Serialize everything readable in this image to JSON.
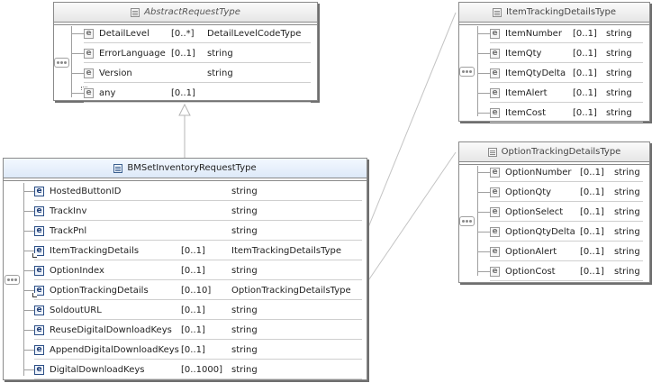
{
  "abstract": {
    "title": "AbstractRequestType",
    "icon": "complex-type-icon",
    "rows": [
      {
        "name": "DetailLevel",
        "mult": "[0..*]",
        "type": "DetailLevelCodeType",
        "icon": "element-icon"
      },
      {
        "name": "ErrorLanguage",
        "mult": "[0..1]",
        "type": "string",
        "icon": "element-icon"
      },
      {
        "name": "Version",
        "mult": "",
        "type": "string",
        "icon": "element-icon"
      },
      {
        "name": "any",
        "mult": "[0..1]",
        "type": "",
        "icon": "any-element-icon"
      }
    ]
  },
  "main": {
    "title": "BMSetInventoryRequestType",
    "icon": "complex-type-icon",
    "rows": [
      {
        "name": "HostedButtonID",
        "mult": "",
        "type": "string",
        "icon": "element-icon"
      },
      {
        "name": "TrackInv",
        "mult": "",
        "type": "string",
        "icon": "element-icon"
      },
      {
        "name": "TrackPnl",
        "mult": "",
        "type": "string",
        "icon": "element-icon"
      },
      {
        "name": "ItemTrackingDetails",
        "mult": "[0..1]",
        "type": "ItemTrackingDetailsType",
        "icon": "linked-element-icon"
      },
      {
        "name": "OptionIndex",
        "mult": "[0..1]",
        "type": "string",
        "icon": "element-icon"
      },
      {
        "name": "OptionTrackingDetails",
        "mult": "[0..10]",
        "type": "OptionTrackingDetailsType",
        "icon": "linked-element-icon"
      },
      {
        "name": "SoldoutURL",
        "mult": "[0..1]",
        "type": "string",
        "icon": "element-icon"
      },
      {
        "name": "ReuseDigitalDownloadKeys",
        "mult": "[0..1]",
        "type": "string",
        "icon": "element-icon"
      },
      {
        "name": "AppendDigitalDownloadKeys",
        "mult": "[0..1]",
        "type": "string",
        "icon": "element-icon"
      },
      {
        "name": "DigitalDownloadKeys",
        "mult": "[0..1000]",
        "type": "string",
        "icon": "element-icon"
      }
    ]
  },
  "item_tracking": {
    "title": "ItemTrackingDetailsType",
    "icon": "complex-type-icon",
    "rows": [
      {
        "name": "ItemNumber",
        "mult": "[0..1]",
        "type": "string",
        "icon": "element-icon"
      },
      {
        "name": "ItemQty",
        "mult": "[0..1]",
        "type": "string",
        "icon": "element-icon"
      },
      {
        "name": "ItemQtyDelta",
        "mult": "[0..1]",
        "type": "string",
        "icon": "element-icon"
      },
      {
        "name": "ItemAlert",
        "mult": "[0..1]",
        "type": "string",
        "icon": "element-icon"
      },
      {
        "name": "ItemCost",
        "mult": "[0..1]",
        "type": "string",
        "icon": "element-icon"
      }
    ]
  },
  "option_tracking": {
    "title": "OptionTrackingDetailsType",
    "icon": "complex-type-icon",
    "rows": [
      {
        "name": "OptionNumber",
        "mult": "[0..1]",
        "type": "string",
        "icon": "element-icon"
      },
      {
        "name": "OptionQty",
        "mult": "[0..1]",
        "type": "string",
        "icon": "element-icon"
      },
      {
        "name": "OptionSelect",
        "mult": "[0..1]",
        "type": "string",
        "icon": "element-icon"
      },
      {
        "name": "OptionQtyDelta",
        "mult": "[0..1]",
        "type": "string",
        "icon": "element-icon"
      },
      {
        "name": "OptionAlert",
        "mult": "[0..1]",
        "type": "string",
        "icon": "element-icon"
      },
      {
        "name": "OptionCost",
        "mult": "[0..1]",
        "type": "string",
        "icon": "element-icon"
      }
    ]
  },
  "colors": {
    "main_header": "#dde9f8",
    "main_icon": "#1f3f78",
    "border": "#8a8a8a",
    "connector": "#b4b4b4"
  }
}
